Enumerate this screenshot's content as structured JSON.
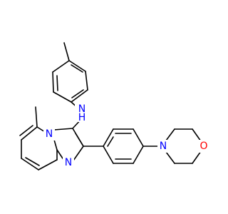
{
  "molecule": {
    "atom_labels": {
      "amine_n": "N",
      "amine_h": "H",
      "ring_n_bridge": "N",
      "ring_n_imine": "N",
      "morpholine_n": "N",
      "morpholine_o": "O"
    },
    "colors": {
      "bond": "#000000",
      "carbon": "#000000",
      "nitrogen": "#0000ff",
      "oxygen": "#ff0000"
    }
  }
}
